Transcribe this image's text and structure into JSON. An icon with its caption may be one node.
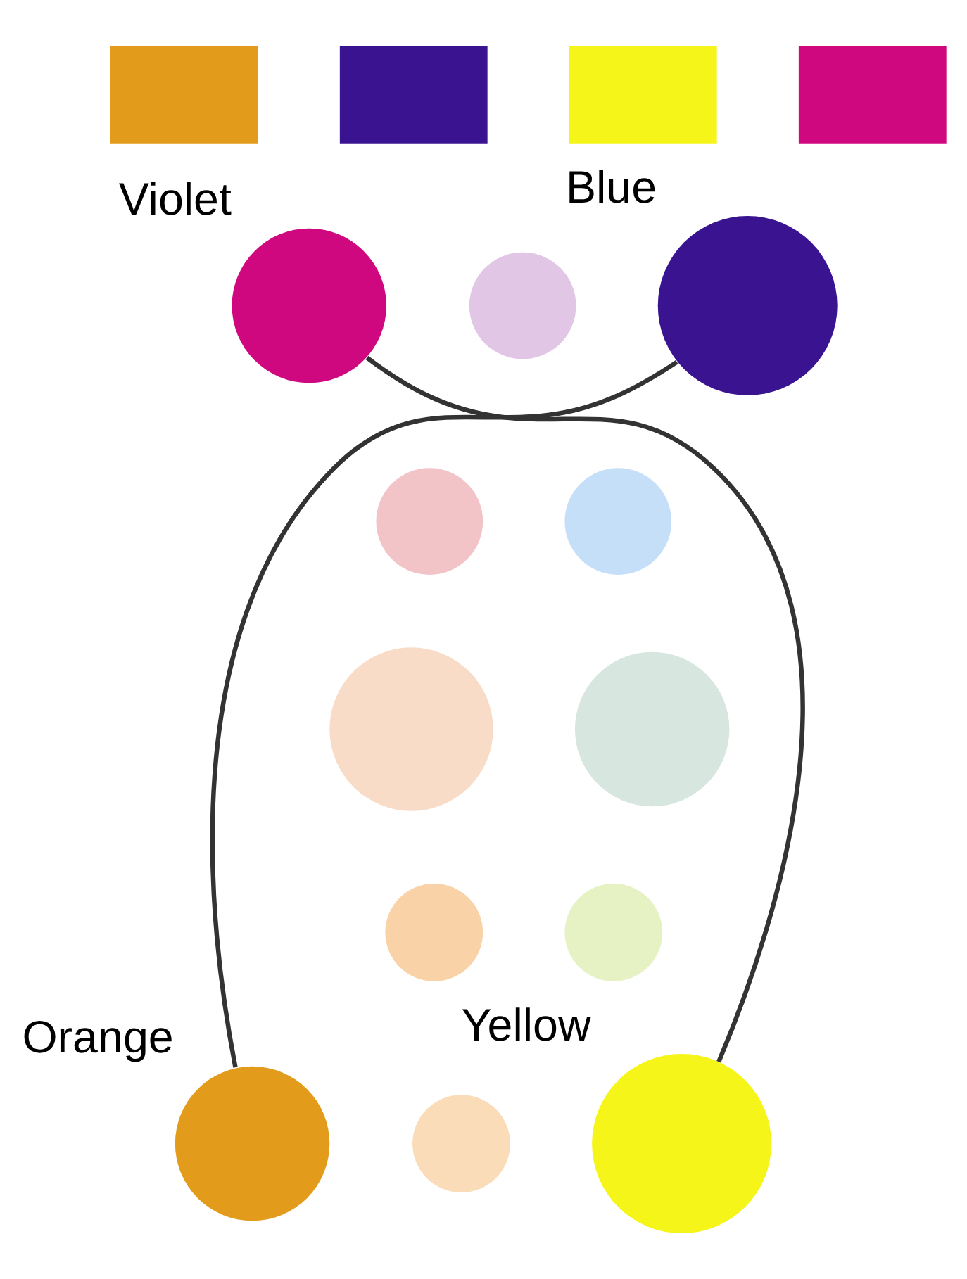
{
  "diagram": {
    "nodes": [
      {
        "text": [],
        "shape": "box"
      },
      {
        "text": [],
        "shape": "box"
      },
      {
        "text": [],
        "shape": "box"
      },
      {
        "text": [],
        "shape": "box"
      },
      {
        "text": [],
        "shape": "circle",
        "beside": [
          "Violet"
        ]
      },
      {
        "text": [],
        "shape": "circle"
      },
      {
        "text": [],
        "shape": "circle",
        "beside": [
          "Blue"
        ]
      },
      {
        "text": [],
        "shape": "circle"
      },
      {
        "text": [],
        "shape": "circle"
      },
      {
        "text": [],
        "shape": "circle"
      },
      {
        "text": [],
        "shape": "circle"
      },
      {
        "text": [],
        "shape": "circle"
      },
      {
        "text": [],
        "shape": "circle"
      },
      {
        "text": [],
        "shape": "circle",
        "beside": [
          "Orange"
        ]
      },
      {
        "text": [],
        "shape": "circle"
      },
      {
        "text": [],
        "shape": "circle",
        "beside": [
          "Yellow"
        ]
      }
    ],
    "edges": [
      {
        "from": 4,
        "to": 15,
        "arrow": "none"
      },
      {
        "from": 6,
        "to": 13,
        "arrow": "none"
      }
    ]
  }
}
